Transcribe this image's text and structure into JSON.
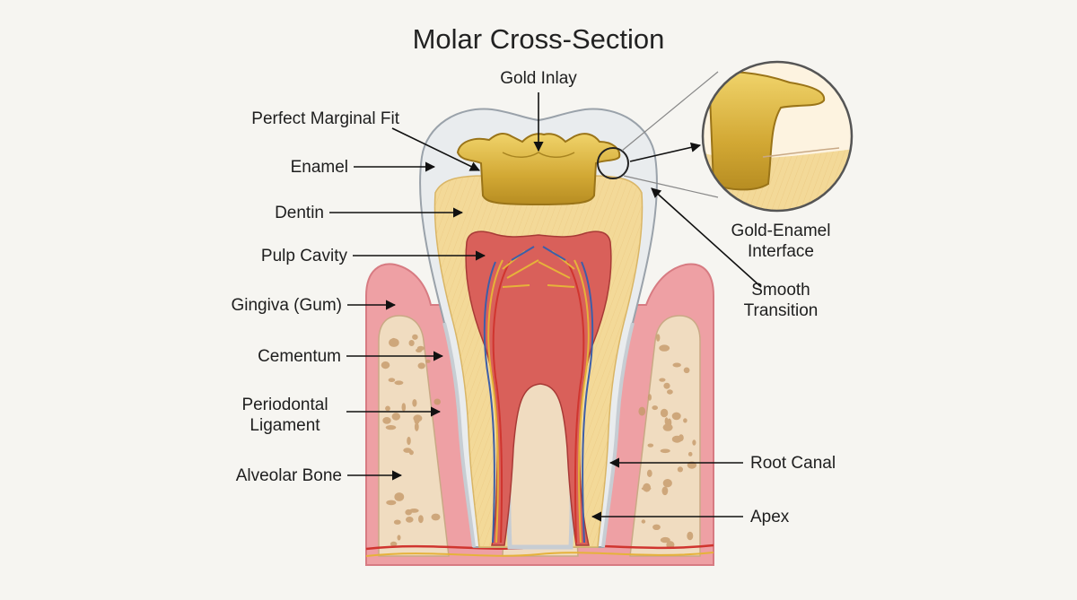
{
  "title": "Molar Cross-Section",
  "labels": {
    "gold_inlay": "Gold Inlay",
    "perfect_marginal_fit": "Perfect Marginal Fit",
    "enamel": "Enamel",
    "dentin": "Dentin",
    "pulp_cavity": "Pulp Cavity",
    "gingiva": "Gingiva (Gum)",
    "cementum": "Cementum",
    "periodontal_ligament": [
      "Periodontal",
      "Ligament"
    ],
    "alveolar_bone": "Alveolar Bone",
    "gold_enamel_interface": [
      "Gold-Enamel",
      "Interface"
    ],
    "smooth_transition": [
      "Smooth",
      "Transition"
    ],
    "root_canal": "Root Canal",
    "apex": "Apex"
  },
  "colors": {
    "background": "#f6f5f1",
    "enamel": "#e9ecee",
    "dentin": "#f3d998",
    "pulp": "#d9605a",
    "gold": "#d8b23c",
    "gingiva": "#eea0a4",
    "bone": "#f0dcc0",
    "nerve": "#e6b23a",
    "artery": "#d0352f",
    "vein": "#3e5ea8"
  }
}
